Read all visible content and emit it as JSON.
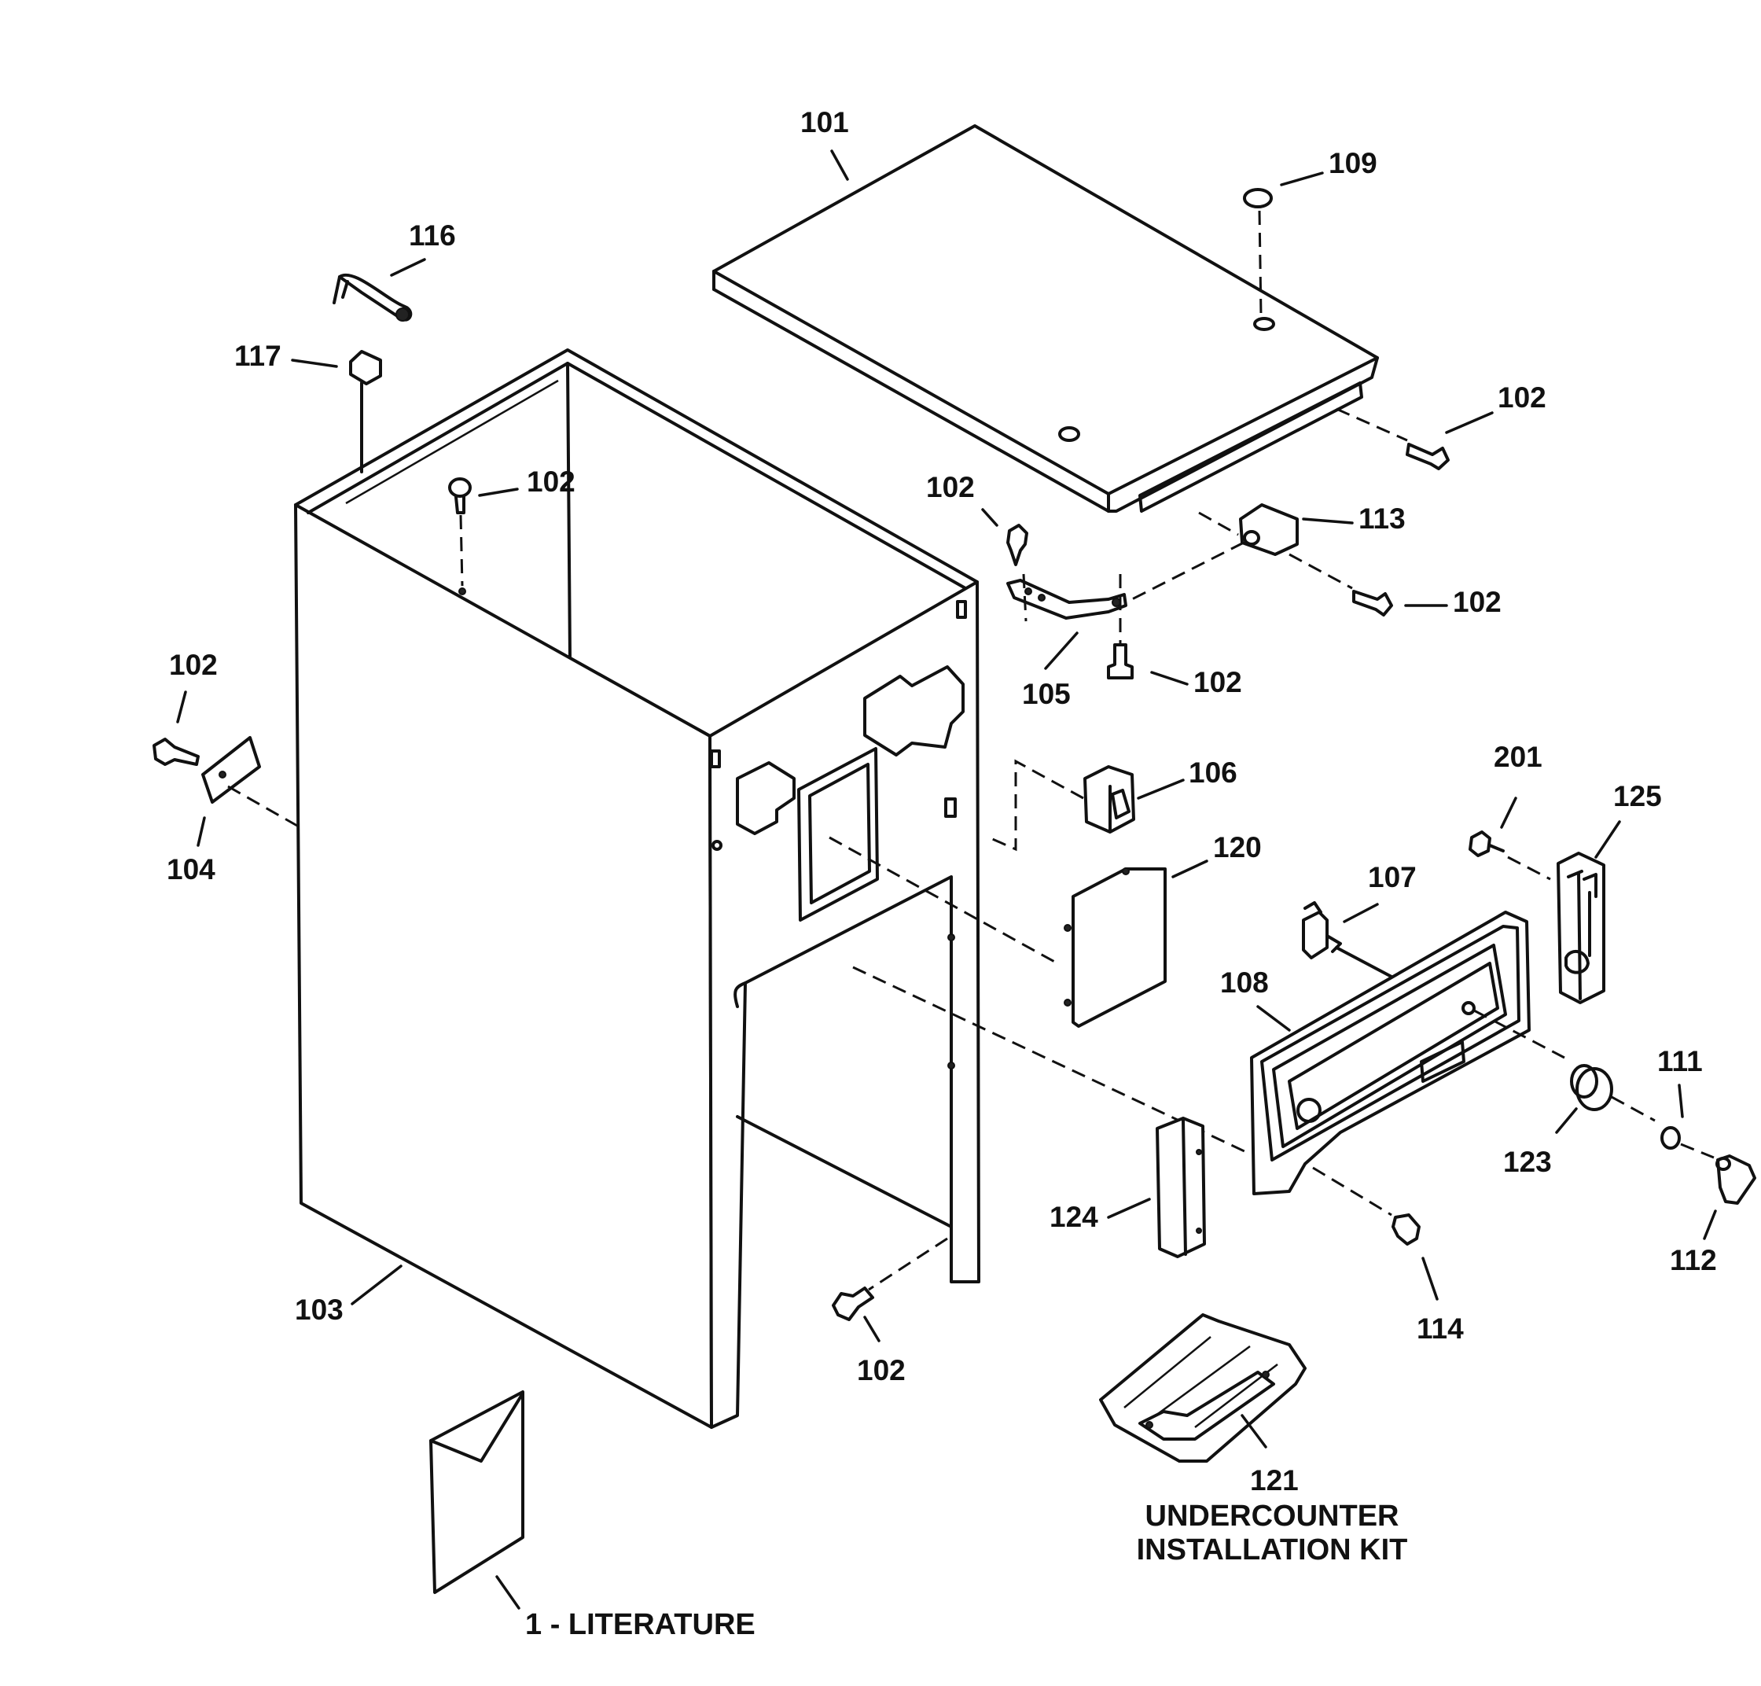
{
  "labels": {
    "l101": "101",
    "l109": "109",
    "l116": "116",
    "l117": "117",
    "l102a": "102",
    "l102b": "102",
    "l102c": "102",
    "l102d": "102",
    "l102e": "102",
    "l102f": "102",
    "l102g": "102",
    "l113": "113",
    "l105": "105",
    "l104": "104",
    "l106": "106",
    "l201": "201",
    "l125": "125",
    "l120": "120",
    "l107": "107",
    "l108": "108",
    "l111": "111",
    "l123": "123",
    "l112": "112",
    "l124": "124",
    "l114": "114",
    "l103": "103",
    "l121": "121",
    "kit_line1": "UNDERCOUNTER",
    "kit_line2": "INSTALLATION KIT",
    "literature": "1 - LITERATURE"
  }
}
